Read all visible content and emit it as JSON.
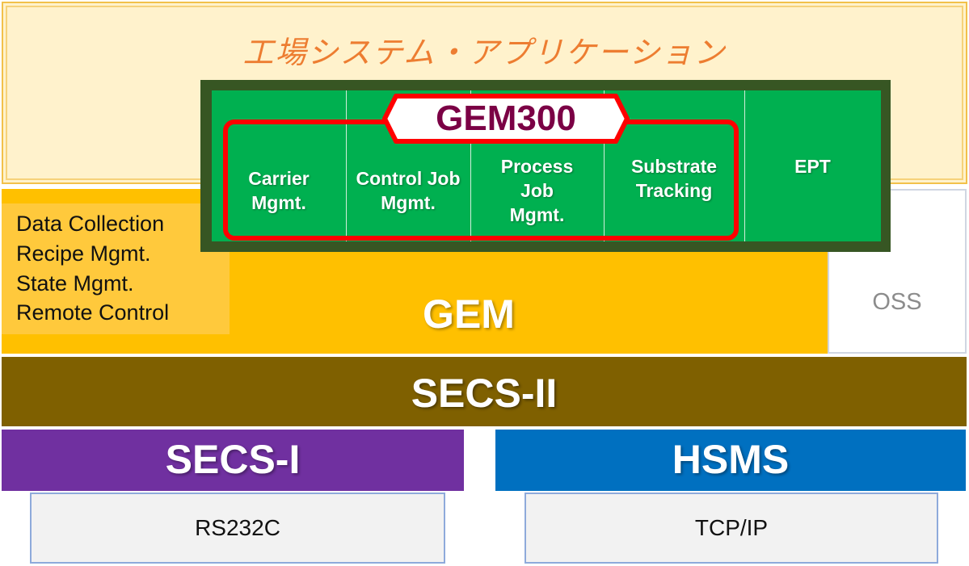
{
  "factory_app": {
    "title": "工場システム・アプリケーション"
  },
  "gem300": {
    "title": "GEM300",
    "standards": [
      {
        "line1": "Carrier",
        "line2": "Mgmt.",
        "line3": ""
      },
      {
        "line1": "Control Job",
        "line2": "Mgmt.",
        "line3": ""
      },
      {
        "line1": "Process",
        "line2": "Job",
        "line3": "Mgmt."
      },
      {
        "line1": "Substrate",
        "line2": "Tracking",
        "line3": ""
      },
      {
        "line1": "EPT",
        "line2": "",
        "line3": ""
      }
    ]
  },
  "gem": {
    "label": "GEM",
    "capabilities": [
      "Data Collection",
      "Recipe Mgmt.",
      "State Mgmt.",
      "Remote Control"
    ]
  },
  "oss": {
    "label": "OSS"
  },
  "secs2": {
    "label": "SECS-II"
  },
  "secs1": {
    "label": "SECS-I"
  },
  "hsms": {
    "label": "HSMS"
  },
  "transport": {
    "rs232c": "RS232C",
    "tcpip": "TCP/IP"
  },
  "colors": {
    "factory_app": "#fff2cc",
    "gem": "#ffc000",
    "secs2": "#7f6000",
    "secs1": "#7030a0",
    "hsms": "#0070c0",
    "gem300_frame": "#375623",
    "gem300_fill": "#00b050",
    "gem300_bracket": "#ff0000",
    "gem300_title": "#7b0045"
  }
}
